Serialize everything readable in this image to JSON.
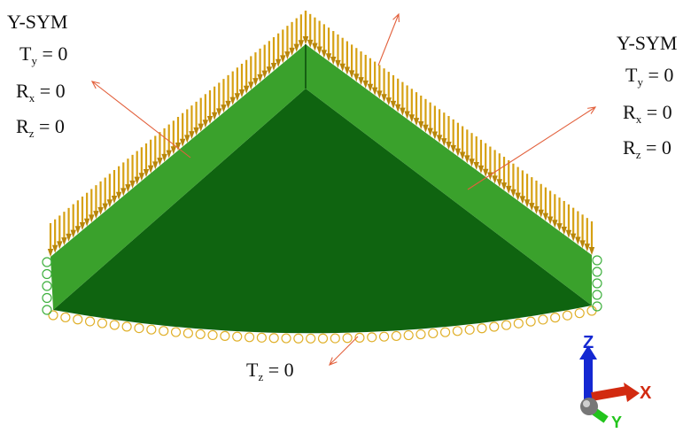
{
  "labels": {
    "left": {
      "title": "Y-SYM",
      "conditions": [
        {
          "sym": "T",
          "sub": "y",
          "rel": " = 0"
        },
        {
          "sym": "R",
          "sub": "x",
          "rel": " = 0"
        },
        {
          "sym": "R",
          "sub": "z",
          "rel": " = 0"
        }
      ]
    },
    "right": {
      "title": "Y-SYM",
      "conditions": [
        {
          "sym": "T",
          "sub": "y",
          "rel": " = 0"
        },
        {
          "sym": "R",
          "sub": "x",
          "rel": " = 0"
        },
        {
          "sym": "R",
          "sub": "z",
          "rel": " = 0"
        }
      ]
    },
    "bottom": {
      "sym": "T",
      "sub": "z",
      "rel": " = 0"
    }
  },
  "triad": {
    "z": "Z",
    "x": "X",
    "y": "Y"
  },
  "colors": {
    "plate_top": "#0f6410",
    "plate_side": "#3aa12c",
    "load_arrow": "#d6a012",
    "bc_circle_bottom": "#e0b02a",
    "bc_circle_side": "#3eb03e",
    "leader_line": "#e2603c",
    "axis_x": "#d22a10",
    "axis_y": "#22c41c",
    "axis_z": "#1428d2"
  }
}
